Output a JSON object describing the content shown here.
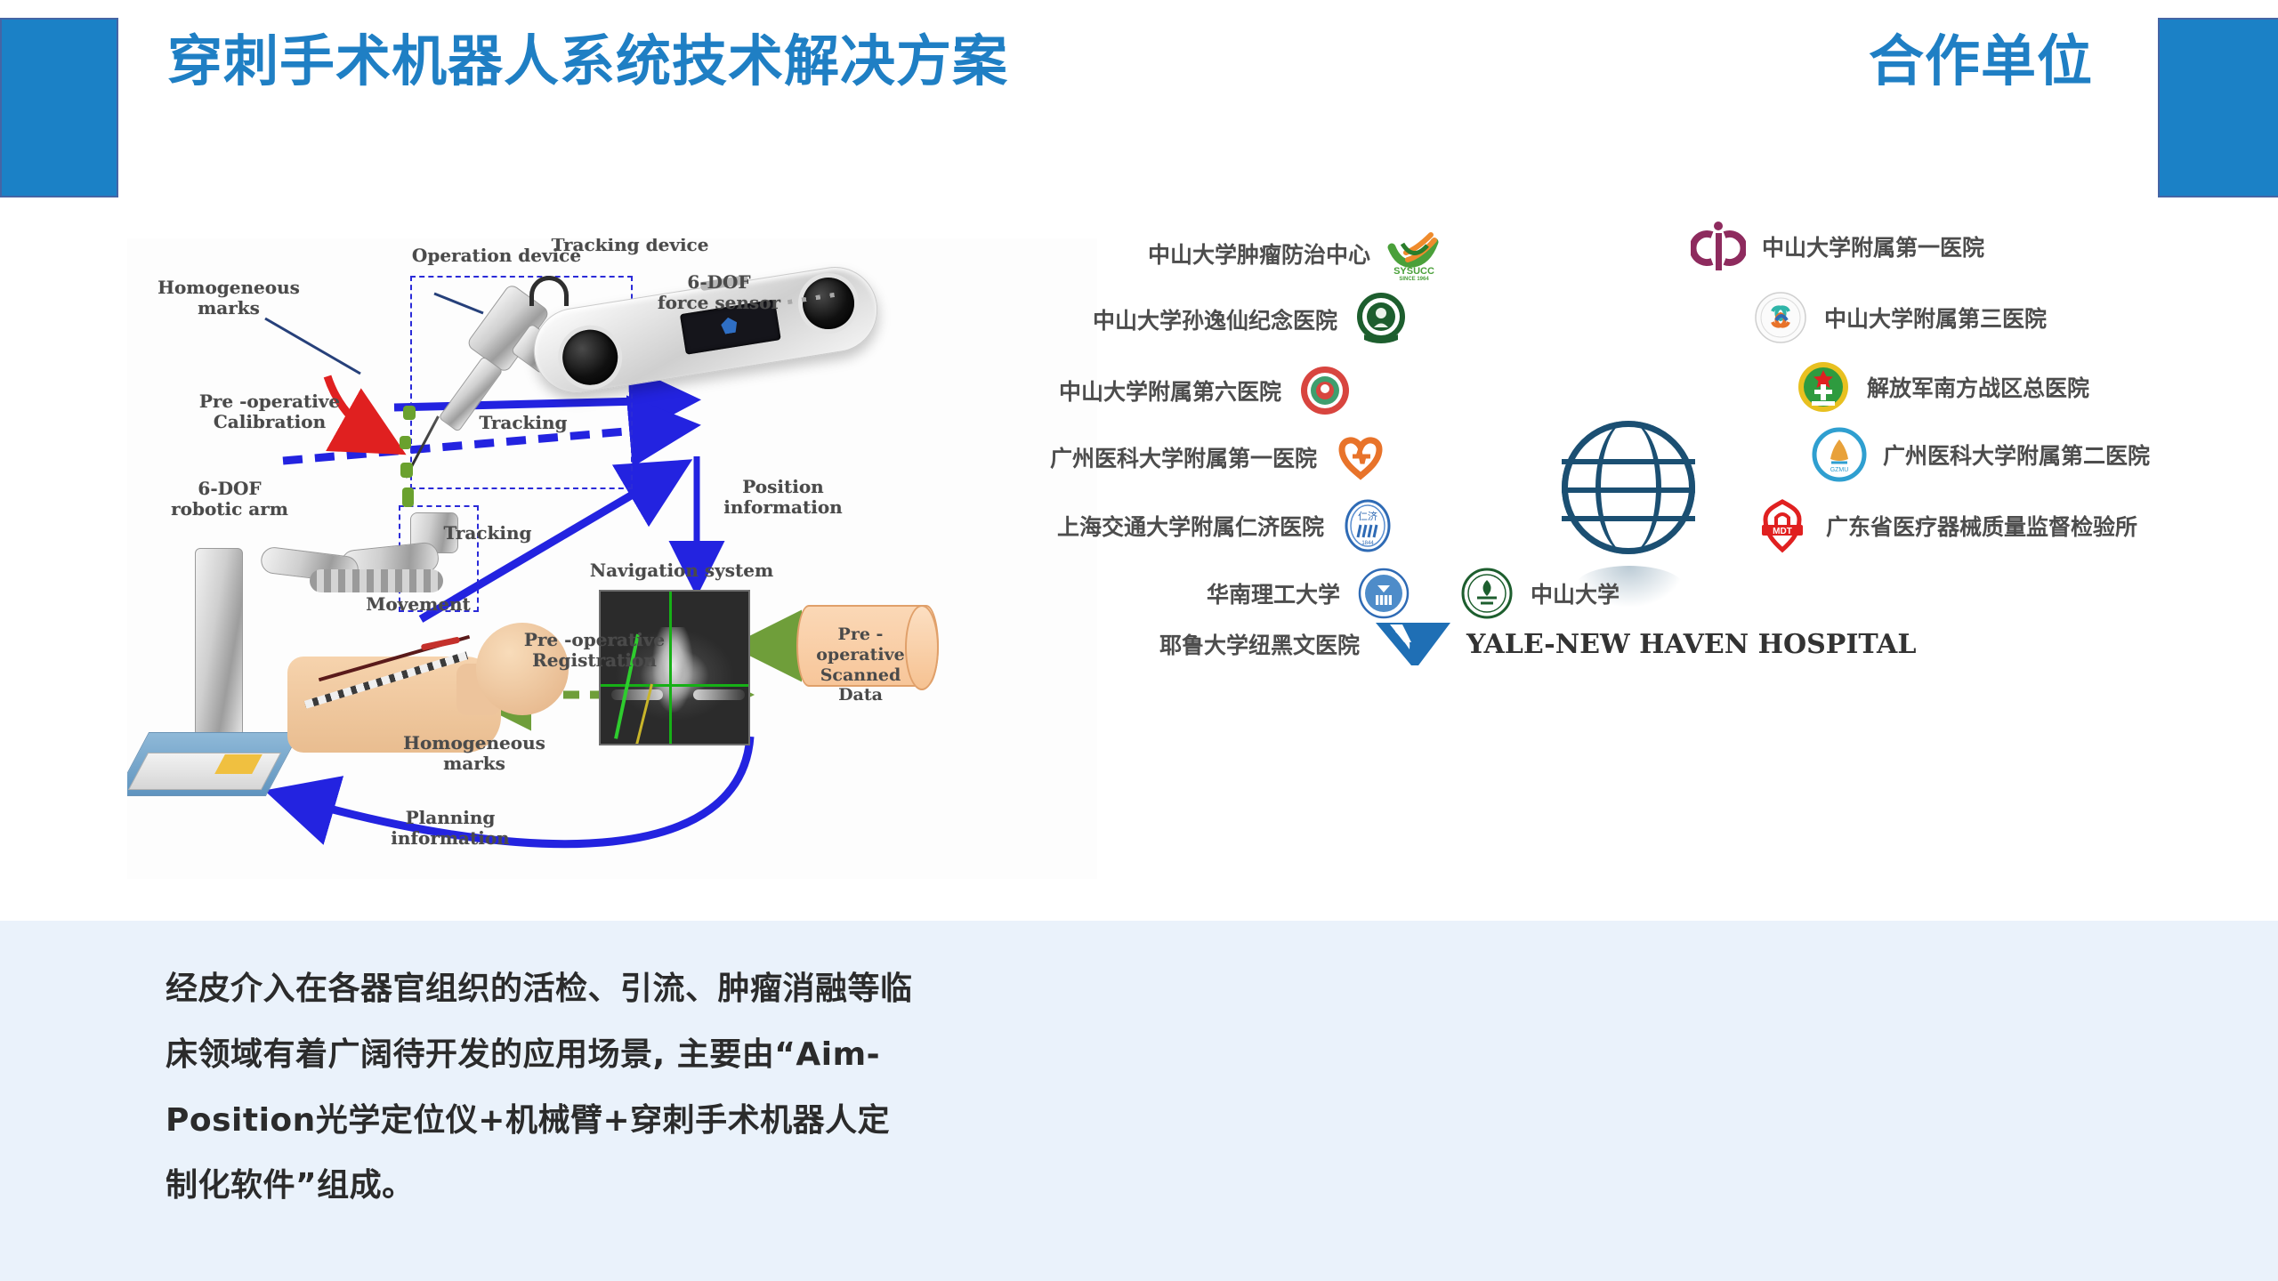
{
  "header": {
    "title": "穿刺手术机器人系统技术解决方案",
    "right_title": "合作单位",
    "accent_color": "#1b81c6",
    "title_color": "#1f7fc4",
    "block_border_color": "#4565a5"
  },
  "diagram": {
    "labels": {
      "homogeneous_marks_top": "Homogeneous\nmarks",
      "operation_device": "Operation device",
      "force_sensor": "6-DOF\nforce sensor",
      "pre_operative_calibration": "Pre -operative\nCalibration",
      "robotic_arm": "6-DOF\nrobotic arm",
      "tracking_1": "Tracking",
      "tracking_2": "Tracking",
      "tracking_device": "Tracking device",
      "position_information": "Position\ninformation",
      "navigation_system": "Navigation system",
      "movement": "Movement",
      "pre_operative_registration": "Pre -operative\nRegistration",
      "homogeneous_marks_bottom": "Homogeneous\nmarks",
      "planning_information": "Planning\ninformation",
      "pre_operative_scanned_data": "Pre -operative\nScanned Data"
    },
    "colors": {
      "arrow_blue": "#2323e0",
      "arrow_green": "#6f9e3a",
      "arrow_red": "#e02020",
      "dashbox_blue": "#2b2bd8",
      "cylinder_fill": "#f9cfa6"
    }
  },
  "partners": {
    "center_icon": "globe-icon",
    "left_column": [
      {
        "name": "中山大学肿瘤防治中心",
        "logo": "sysucc-logo"
      },
      {
        "name": "中山大学孙逸仙纪念医院",
        "logo": "sun-yat-sen-memorial-hospital-logo"
      },
      {
        "name": "中山大学附属第六医院",
        "logo": "sixth-affiliated-hospital-logo"
      },
      {
        "name": "广州医科大学附属第一医院",
        "logo": "gzmu-first-hospital-logo"
      },
      {
        "name": "上海交通大学附属仁济医院",
        "logo": "renji-hospital-logo"
      },
      {
        "name": "华南理工大学",
        "logo": "scut-logo"
      }
    ],
    "right_column": [
      {
        "name": "中山大学附属第一医院",
        "logo": "first-affiliated-hospital-logo"
      },
      {
        "name": "中山大学附属第三医院",
        "logo": "third-affiliated-hospital-logo"
      },
      {
        "name": "解放军南方战区总医院",
        "logo": "pla-southern-theater-hospital-logo"
      },
      {
        "name": "广州医科大学附属第二医院",
        "logo": "gzmu-second-hospital-logo"
      },
      {
        "name": "广东省医疗器械质量监督检验所",
        "logo": "mdt-guangdong-logo"
      },
      {
        "name": "中山大学",
        "logo": "sun-yat-sen-university-logo"
      }
    ],
    "bottom_row": {
      "name": "耶鲁大学纽黑文医院",
      "logo": "yale-new-haven-logo",
      "wordmark": "YALE-NEW HAVEN HOSPITAL"
    },
    "sysucc_logo_text": "SYSUCC",
    "sysucc_logo_subtext": "SINCE 1964"
  },
  "description": {
    "panel_color": "#eaf2fb",
    "lines": [
      "经皮介入在各器官组织的活检、引流、肿瘤消融等临",
      "床领域有着广阔待开发的应用场景, 主要由“Aim-",
      "Position光学定位仪+机械臂+穿刺手术机器人定",
      "制化软件”组成。"
    ]
  }
}
